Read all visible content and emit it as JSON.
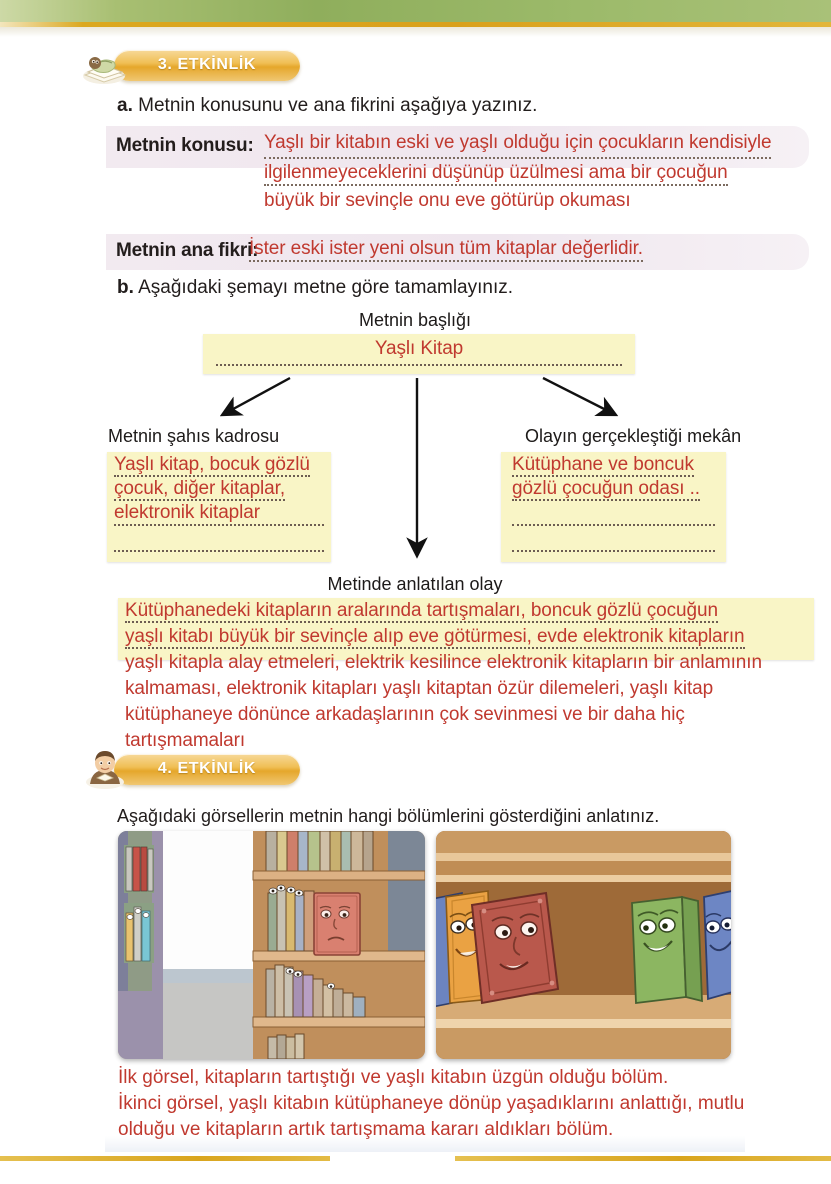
{
  "page": {
    "accent_gold": "#d9a51e",
    "accent_green": "#9cba6a",
    "answer_red": "#c0392f",
    "field_lavender": "#f1e8ef",
    "box_yellow": "#f9f5c6"
  },
  "activity3": {
    "badge_label": "3. ETKİNLİK",
    "mascot_icon": "book-mascot-icon",
    "question_a_prefix": "a.",
    "question_a": "Metnin konusunu ve ana fikrini aşağıya yazınız.",
    "subject_label": "Metnin konusu:",
    "subject_answer_lines": [
      "Yaşlı bir kitabın eski ve yaşlı olduğu için çocukların kendisiyle",
      "ilgilenmeyeceklerini düşünüp üzülmesi ama bir çocuğun",
      "büyük bir sevinçle onu eve götürüp okuması"
    ],
    "main_idea_label": "Metnin ana fikri:",
    "main_idea_answer": "İster eski ister yeni olsun tüm kitaplar değerlidir.",
    "question_b_prefix": "b.",
    "question_b": "Aşağıdaki şemayı metne göre tamamlayınız."
  },
  "diagram": {
    "title_label": "Metnin başlığı",
    "title_answer": "Yaşlı Kitap",
    "left_label": "Metnin şahıs kadrosu",
    "left_answer_lines": [
      "Yaşlı kitap, bocuk gözlü",
      "çocuk, diğer kitaplar,",
      " elektronik kitaplar"
    ],
    "right_label": "Olayın gerçekleştiği mekân",
    "right_answer_lines": [
      "Kütüphane ve boncuk",
      "gözlü çocuğun odası .."
    ],
    "bottom_label": "Metinde anlatılan olay",
    "bottom_answer_lines": [
      "Kütüphanedeki kitapların aralarında tartışmaları, boncuk gözlü çocuğun",
      "yaşlı kitabı büyük bir sevinçle alıp eve götürmesi, evde elektronik kitapların",
      " yaşlı kitapla alay etmeleri, elektrik kesilince elektronik kitapların bir anlamının",
      "kalmaması,  elektronik kitapları yaşlı kitaptan özür dilemeleri, yaşlı kitap",
      "kütüphaneye dönünce arkadaşlarının çok sevinmesi ve bir daha hiç",
      "tartışmamaları"
    ]
  },
  "activity4": {
    "badge_label": "4. ETKİNLİK",
    "mascot_icon": "girl-mascot-icon",
    "instruction": "Aşağıdaki görsellerin metnin hangi bölümlerini gösterdiğini anlatınız.",
    "image_left_alt": "library-shelves-sad-book-illustration",
    "image_right_alt": "smiling-books-on-shelf-illustration",
    "answer_lines": [
      "İlk görsel, kitapların tartıştığı ve yaşlı kitabın üzgün olduğu bölüm.",
      "İkinci görsel, yaşlı kitabın kütüphaneye dönüp yaşadıklarını anlattığı, mutlu",
      "olduğu ve kitapların artık tartışmama kararı aldıkları bölüm."
    ]
  }
}
